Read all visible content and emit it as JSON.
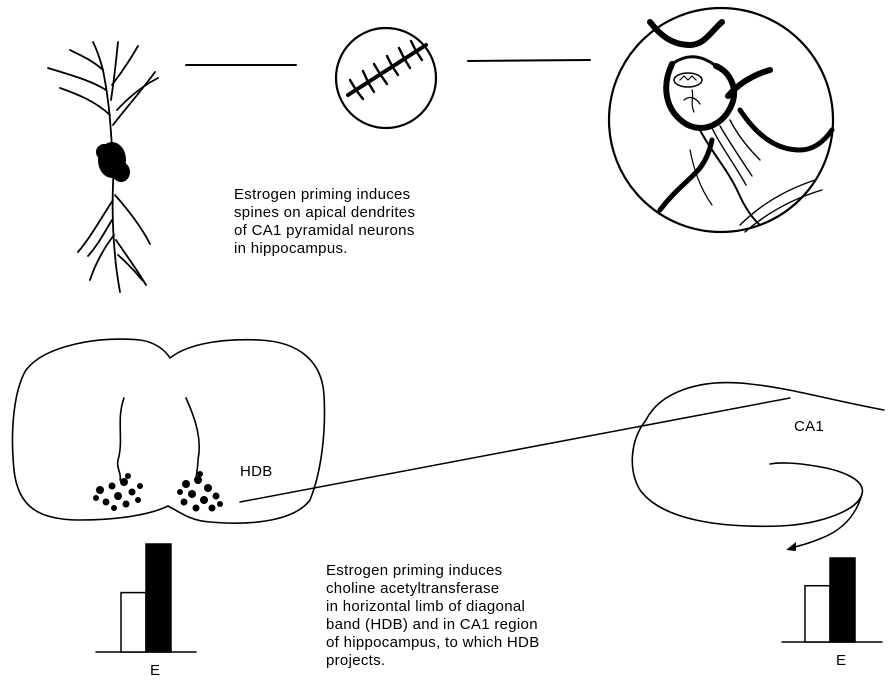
{
  "caption_top": {
    "lines": [
      "Estrogen priming induces",
      "spines on apical dendrites",
      "of CA1 pyramidal neurons",
      "in hippocampus."
    ]
  },
  "caption_bottom": {
    "lines": [
      "Estrogen priming induces",
      "choline acetyltransferase",
      "in horizontal limb of diagonal",
      "band (HDB) and in CA1 region",
      "of hippocampus, to which HDB",
      "projects."
    ]
  },
  "labels": {
    "hdb": "HDB",
    "ca1": "CA1",
    "e_left": "E",
    "e_right": "E"
  },
  "bars_left": [
    {
      "fill": "#ffffff",
      "value": 0.55
    },
    {
      "fill": "#000000",
      "value": 1.0
    }
  ],
  "bars_right": [
    {
      "fill": "#ffffff",
      "value": 0.67
    },
    {
      "fill": "#000000",
      "value": 1.0
    }
  ]
}
